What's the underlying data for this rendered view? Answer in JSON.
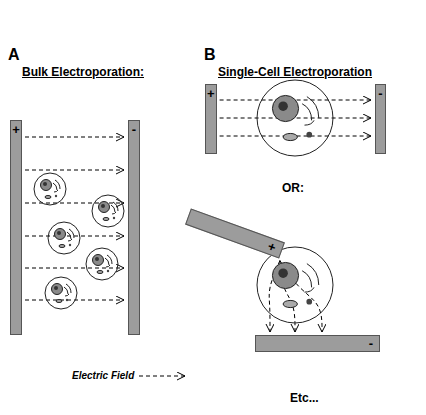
{
  "diagram": {
    "nodes": [
      {
        "text": [
          "+"
        ]
      },
      {
        "text": [
          "-"
        ]
      },
      {
        "text": [
          "+"
        ]
      },
      {
        "text": [
          "-"
        ]
      },
      {
        "text": [
          "+"
        ]
      },
      {
        "text": [
          "-"
        ]
      }
    ],
    "edges": [
      {
        "from": 0,
        "to": 1,
        "arrow": "to"
      },
      {
        "from": 0,
        "to": 1,
        "arrow": "to"
      },
      {
        "from": 0,
        "to": 1,
        "arrow": "to"
      },
      {
        "from": 0,
        "to": 1,
        "arrow": "to"
      },
      {
        "from": 0,
        "to": 1,
        "arrow": "to"
      },
      {
        "from": 0,
        "to": 1,
        "arrow": "to"
      },
      {
        "from": 2,
        "to": 3,
        "arrow": "to"
      },
      {
        "from": 2,
        "to": 3,
        "arrow": "to"
      },
      {
        "from": 2,
        "to": 3,
        "arrow": "to"
      },
      {
        "from": 4,
        "to": 5,
        "arrow": "to"
      },
      {
        "from": 4,
        "to": 5,
        "arrow": "to"
      },
      {
        "from": 4,
        "to": 5,
        "arrow": "to"
      }
    ],
    "labels": [
      "A",
      "Bulk Electroporation:",
      "B",
      "Single-Cell Electroporation",
      "OR:",
      "Etc..."
    ],
    "legend": [
      {
        "text": "Electric Field"
      }
    ]
  }
}
